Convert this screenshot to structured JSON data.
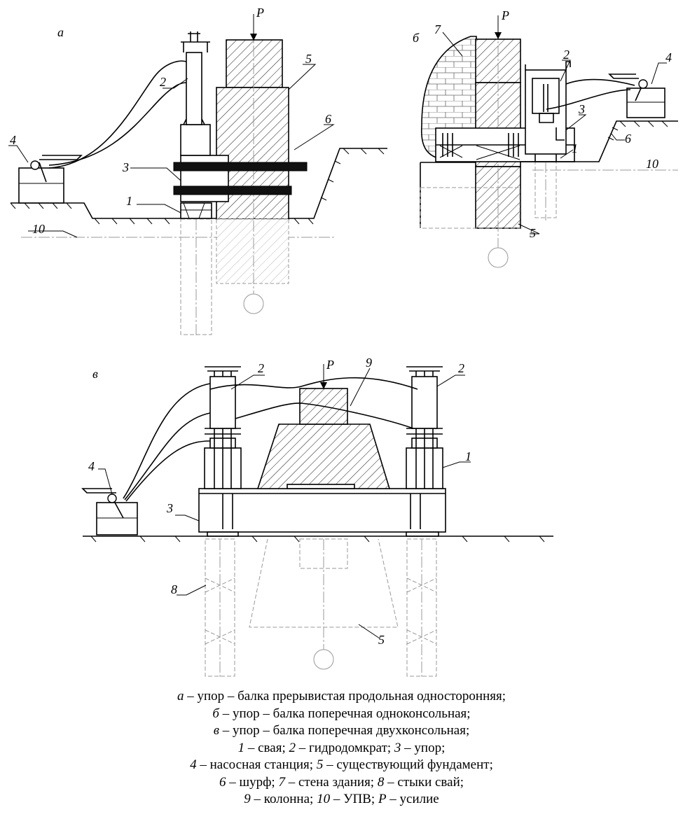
{
  "panels": {
    "a": {
      "label": "а"
    },
    "b": {
      "label": "б"
    },
    "v": {
      "label": "в"
    }
  },
  "force_label": "P",
  "callouts": {
    "a": [
      "1",
      "2",
      "3",
      "4",
      "5",
      "6",
      "10"
    ],
    "b": [
      "1",
      "2",
      "3",
      "4",
      "5",
      "6",
      "7",
      "10"
    ],
    "v": [
      "1",
      "2",
      "2",
      "3",
      "4",
      "5",
      "8",
      "9"
    ]
  },
  "legend": {
    "lines": [
      [
        {
          "t": "а",
          "i": true
        },
        {
          "t": " – упор – балка прерывистая продольная односторонняя;"
        }
      ],
      [
        {
          "t": "б",
          "i": true
        },
        {
          "t": " – упор – балка поперечная одноконсольная;"
        }
      ],
      [
        {
          "t": "в",
          "i": true
        },
        {
          "t": " – упор – балка поперечная двухконсольная;"
        }
      ],
      [
        {
          "t": "1",
          "i": true
        },
        {
          "t": " – свая; "
        },
        {
          "t": "2",
          "i": true
        },
        {
          "t": " – гидродомкрат; "
        },
        {
          "t": "3",
          "i": true
        },
        {
          "t": " – упор;"
        }
      ],
      [
        {
          "t": "4",
          "i": true
        },
        {
          "t": " – насосная станция; "
        },
        {
          "t": "5",
          "i": true
        },
        {
          "t": " – существующий фундамент;"
        }
      ],
      [
        {
          "t": "6",
          "i": true
        },
        {
          "t": " – шурф; "
        },
        {
          "t": "7",
          "i": true
        },
        {
          "t": " – стена здания; "
        },
        {
          "t": "8",
          "i": true
        },
        {
          "t": " – стыки свай;"
        }
      ],
      [
        {
          "t": "9",
          "i": true
        },
        {
          "t": " – колонна; "
        },
        {
          "t": "10",
          "i": true
        },
        {
          "t": " – УПВ; "
        },
        {
          "t": "P",
          "i": true
        },
        {
          "t": " – усилие"
        }
      ]
    ]
  }
}
